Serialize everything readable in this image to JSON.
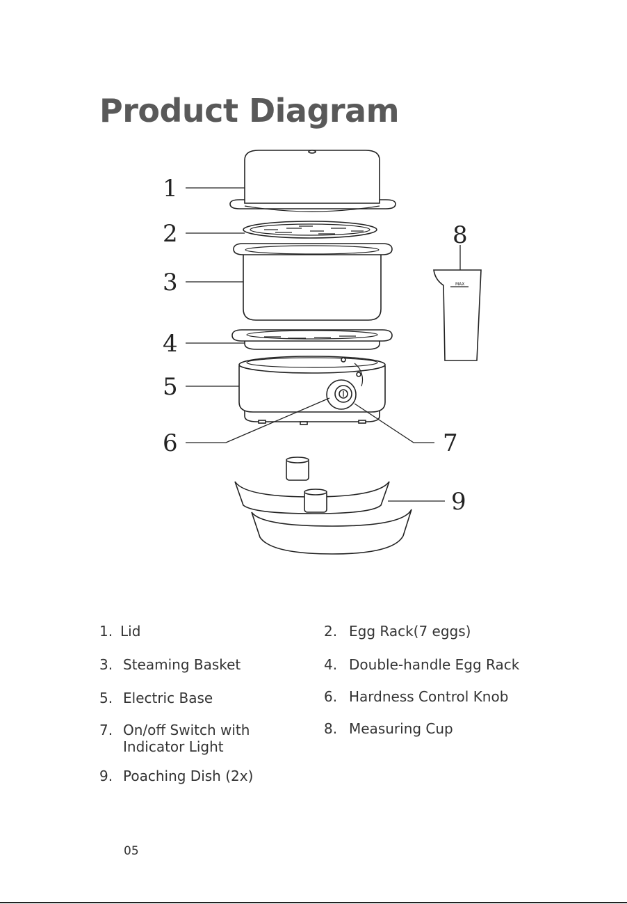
{
  "title": "Product Diagram",
  "diagram": {
    "callouts": [
      "1",
      "2",
      "3",
      "4",
      "5",
      "6",
      "7",
      "8",
      "9"
    ],
    "measuring_cup_mark": "MAX"
  },
  "legend": [
    {
      "number": "1.",
      "label": "Lid"
    },
    {
      "number": "2.",
      "label": "Egg Rack(7 eggs)"
    },
    {
      "number": "3.",
      "label": "Steaming Basket"
    },
    {
      "number": "4.",
      "label": "Double-handle Egg Rack"
    },
    {
      "number": "5.",
      "label": "Electric Base"
    },
    {
      "number": "6.",
      "label": "Hardness Control Knob"
    },
    {
      "number": "7.",
      "label": "On/off Switch with Indicator Light"
    },
    {
      "number": "8.",
      "label": "Measuring Cup"
    },
    {
      "number": "9.",
      "label": "Poaching Dish (2x)"
    }
  ],
  "page_number": "05"
}
